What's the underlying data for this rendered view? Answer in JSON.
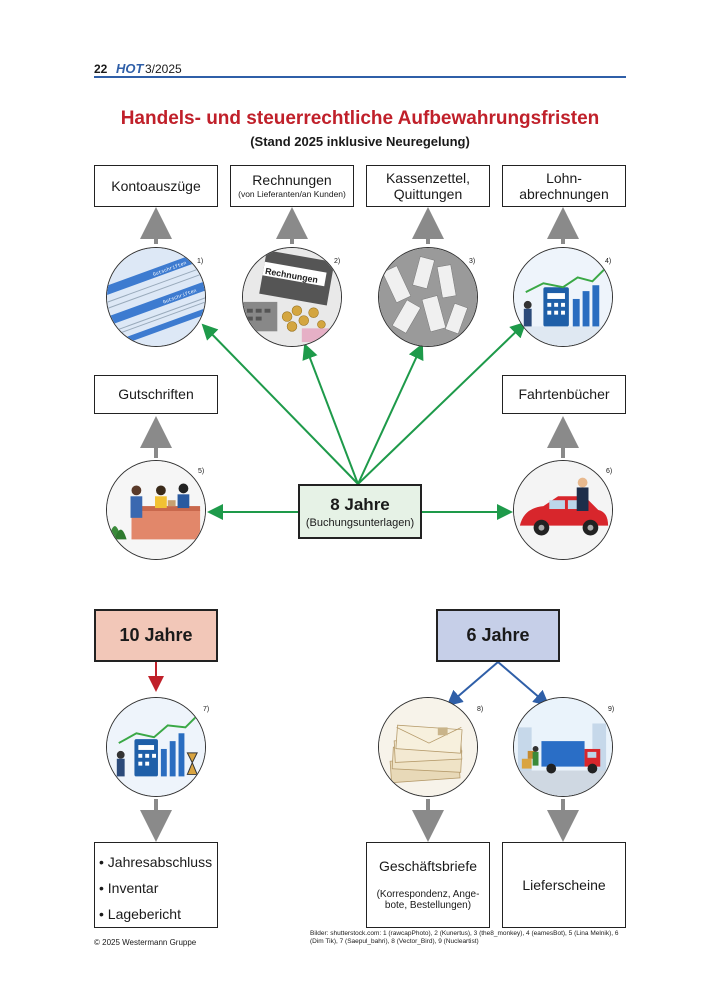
{
  "header": {
    "page_number": "22",
    "magazine": "HOT",
    "issue": "3/2025"
  },
  "title": "Handels- und steuerrechtliche Aufbewahrungsfristen",
  "subtitle": "(Stand 2025 inklusive Neuregelung)",
  "top_boxes": [
    {
      "label": "Kontoauszüge",
      "sub": ""
    },
    {
      "label": "Rechnungen",
      "sub": "(von Lieferanten/an Kunden)"
    },
    {
      "label": "Kassenzettel, Quittungen",
      "sub": ""
    },
    {
      "label": "Lohn-abrechnungen",
      "sub": ""
    }
  ],
  "image_numbers": [
    "1)",
    "2)",
    "3)",
    "4)",
    "5)",
    "6)",
    "7)",
    "8)",
    "9)"
  ],
  "image_texts": {
    "folder_label": "Rechnungen",
    "gutschrift": "Gutschriften"
  },
  "mid_boxes": {
    "left": "Gutschriften",
    "right": "Fahrtenbücher"
  },
  "center": {
    "title": "8 Jahre",
    "sub": "(Buchungsunterlagen)"
  },
  "ten_years": {
    "title": "10 Jahre",
    "items": [
      "• Jahresabschluss",
      "• Inventar",
      "• Lagebericht"
    ]
  },
  "six_years": {
    "title": "6 Jahre",
    "box_left": {
      "label": "Geschäftsbriefe",
      "sub": "(Korrespondenz, Ange-bote, Bestellungen)"
    },
    "box_right": "Lieferscheine"
  },
  "credits": "Bilder: shutterstock.com: 1 (rawcapPhoto), 2 (Kunertus), 3 (the8_monkey), 4 (eamesBot), 5 (Lina Melnik), 6 (Dim Tik), 7 (Saepul_bahri), 8 (Vector_Bird), 9 (Nucleartist)",
  "copyright": "© 2025 Westermann Gruppe",
  "colors": {
    "red": "#c0202a",
    "blue": "#2f5fa8",
    "green": "#1e9a4a",
    "salmon": "#f2c7b8",
    "lavender": "#c6cfe8",
    "mint": "#e6f2e6",
    "grey": "#888888"
  }
}
